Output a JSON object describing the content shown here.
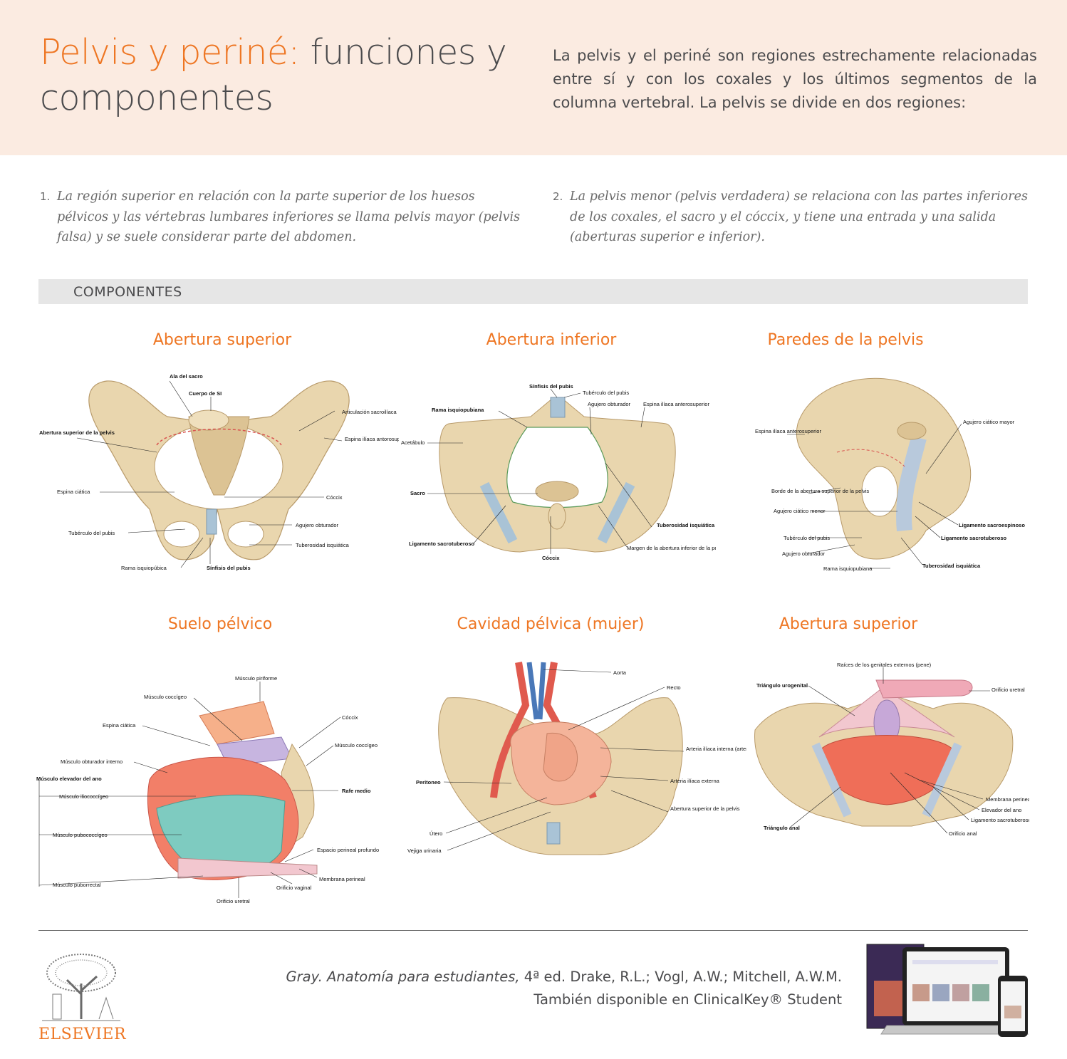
{
  "header": {
    "title_accent": "Pelvis y periné:",
    "title_rest": "funciones y componentes",
    "intro": "La pelvis y el periné son regiones estrechamente relacionadas entre sí y con los coxales y los últimos segmentos de la columna vertebral. La pelvis se divide en dos regiones:"
  },
  "points": [
    {
      "num": "1.",
      "text": "La región superior en relación con la parte superior de los huesos pélvicos y las vértebras lumbares inferiores se llama  pelvis mayor (pelvis falsa)  y se suele considerar parte del abdomen."
    },
    {
      "num": "2.",
      "text": "La  pelvis menor (pelvis verdadera)  se relaciona con las partes inferiores de los coxales, el sacro y el cóccix, y tiene una entrada y una salida (aberturas superior e inferior)."
    }
  ],
  "section_label": "COMPONENTES",
  "panels": [
    {
      "title": "Abertura superior",
      "labels": [
        "Ala del sacro",
        "Cuerpo de SI",
        "Articulación sacroilíaca",
        "Abertura superior de la pelvis",
        "Espina ilíaca antorosuperior",
        "Espina ciática",
        "Cóccix",
        "Agujero obturador",
        "Tubérculo del pubis",
        "Tuberosidad isquiática",
        "Rama isquiopúbica",
        "Sínfisis del pubis"
      ]
    },
    {
      "title": "Abertura inferior",
      "labels": [
        "Sínfisis del pubis",
        "Tubérculo del pubis",
        "Rama isquiopubiana",
        "Agujero obturador",
        "Espina ilíaca anterosuperior",
        "Acetábulo",
        "Sacro",
        "Tuberosidad isquiática",
        "Ligamento sacrotuberoso",
        "Margen de la abertura inferior de la pelvis",
        "Cóccix"
      ]
    },
    {
      "title": "Paredes de la pelvis",
      "labels": [
        "Agujero ciático mayor",
        "Espina ilíaca anterosuperior",
        "Borde de la abertura superior de la pelvis",
        "Agujero ciático menor",
        "Ligamento sacroespinoso",
        "Tubérculo del pubis",
        "Ligamento sacrotuberoso",
        "Agujero obturador",
        "Tuberosidad isquiática",
        "Rama isquiopubiana"
      ]
    },
    {
      "title": "Suelo pélvico",
      "labels": [
        "Músculo piriforme",
        "Músculo coccígeo",
        "Cóccix",
        "Espina ciática",
        "Músculo coccígeo",
        "Músculo obturador interno",
        "Músculo elevador del ano",
        "Rafe medio",
        "Músculo iliococcígeo",
        "Músculo pubococcígeo",
        "Espacio perineal profundo",
        "Membrana perineal",
        "Músculo puborrectal",
        "Orificio vaginal",
        "Orificio uretral"
      ]
    },
    {
      "title": "Cavidad pélvica (mujer)",
      "labels": [
        "Aorta",
        "Recto",
        "Arteria ilíaca interna (arteria de la pelvis)",
        "Peritoneo",
        "Arteria ilíaca externa",
        "Abertura superior de la pelvis",
        "Útero",
        "Vejiga urinaria"
      ]
    },
    {
      "title": "Abertura superior",
      "labels": [
        "Raíces de los genitales externos (pene)",
        "Triángulo urogenital",
        "Orificio uretral",
        "Membrana perineal",
        "Elevador del ano",
        "Ligamento sacrotuberoso",
        "Triángulo anal",
        "Orificio anal"
      ]
    }
  ],
  "citation": {
    "line1_italic": "Gray. Anatomía para estudiantes,",
    "line1_rest": " 4ª ed. Drake, R.L.; Vogl, A.W.; Mitchell, A.W.M.",
    "line2": "También disponible en ClinicalKey® Student"
  },
  "logo_text": "ELSEVIER",
  "colors": {
    "accent": "#ee7623",
    "header_bg": "#fbebe1",
    "bone": "#e9d6ae",
    "ligament": "#b8c9dc"
  }
}
